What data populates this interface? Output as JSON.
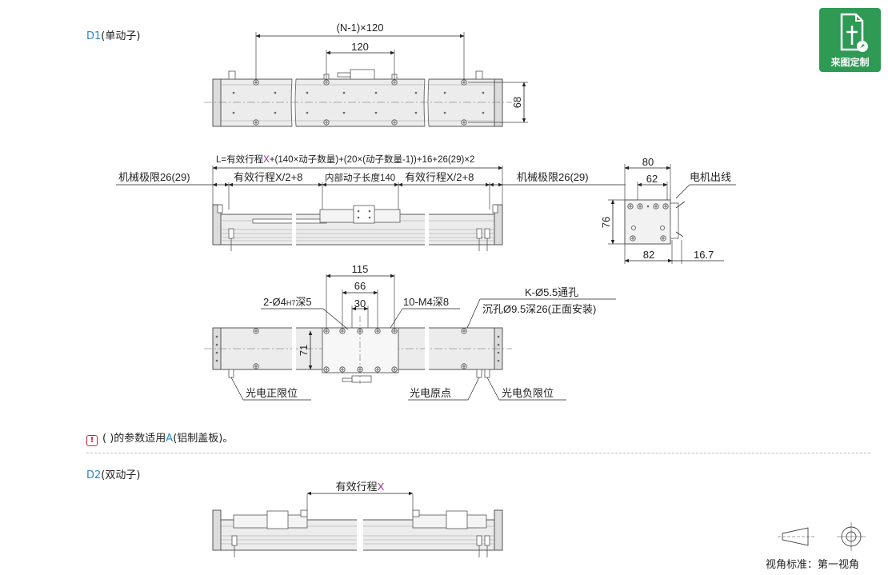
{
  "badge": {
    "label": "来图定制",
    "color": "#2e9a54"
  },
  "sections": {
    "d1": {
      "code": "D1",
      "name": "(单动子)"
    },
    "d2": {
      "code": "D2",
      "name": "(双动子)"
    }
  },
  "top_view": {
    "pitch_label": "(N-1)×120",
    "pitch_sub_label": "120",
    "height_label": "68"
  },
  "side_view": {
    "formula_prefix": "L=有效行程",
    "formula_x": "X",
    "formula_rest": "+(140×动子数量)+(20×(动子数量-1))+16+26(29)×2",
    "left_limit": "机械极限26(29)",
    "left_stroke": "有效行程X/2+8",
    "mover_length": "内部动子长度140",
    "right_stroke": "有效行程X/2+8",
    "right_limit": "机械极限26(29)"
  },
  "end_view": {
    "w_top": "80",
    "w_inner": "62",
    "height": "76",
    "w_bottom": "82",
    "offset": "16.7",
    "cable_label": "电机出线"
  },
  "mover_view": {
    "d115": "115",
    "d66": "66",
    "d30": "30",
    "d71": "71",
    "pin_prefix": "2-Ø4",
    "pin_tol": "H7",
    "pin_suffix": "深5",
    "tap_label": "10-M4深8",
    "hole_label": "K-Ø5.5通孔",
    "cbore_label": "沉孔Ø9.5深26(正面安装)",
    "sensor_pos": "光电正限位",
    "sensor_origin": "光电原点",
    "sensor_neg": "光电负限位"
  },
  "note": {
    "text_before": "( )的参数适用",
    "highlight": "A",
    "text_after": "(铝制盖板)。"
  },
  "d2_view": {
    "stroke_prefix": "有效行程",
    "stroke_x": "X"
  },
  "projection": {
    "label": "视角标准：第一视角"
  },
  "colors": {
    "accent": "#2a88c8",
    "x_mark": "#a0288c",
    "warning": "#d02030"
  }
}
